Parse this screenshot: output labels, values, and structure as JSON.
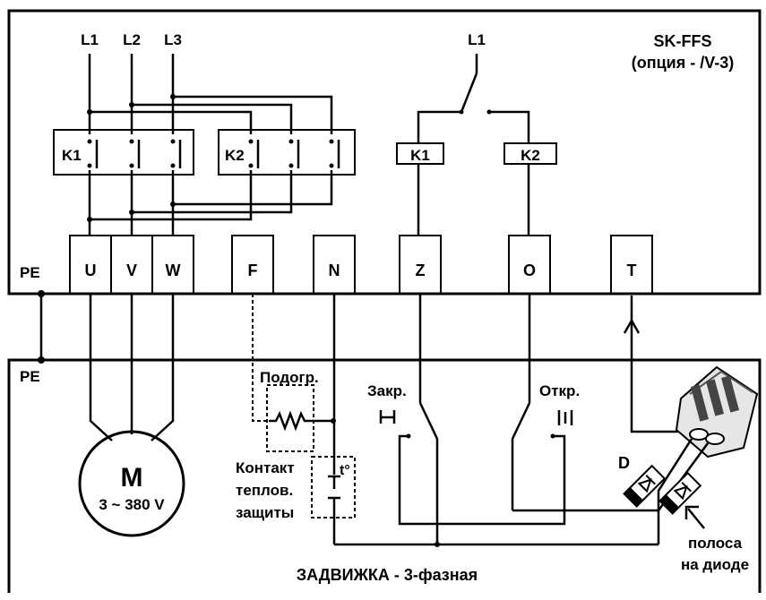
{
  "top_block": {
    "title": "SK-FFS",
    "option": "(опция - /V-3)",
    "phases": [
      "L1",
      "L2",
      "L3"
    ],
    "control_phase": "L1",
    "contactors": [
      "K1",
      "K2"
    ],
    "coils": [
      "K1",
      "K2"
    ],
    "pe": "PE"
  },
  "terminals": [
    "U",
    "V",
    "W",
    "F",
    "N",
    "Z",
    "O",
    "T"
  ],
  "bottom_block": {
    "pe": "PE",
    "motor_letter": "M",
    "motor_rating": "3 ~ 380 V",
    "heater_label": "Подогр.",
    "thermal_contact_lines": [
      "Контакт",
      "теплов.",
      "защиты"
    ],
    "thermal_symbol": "t°",
    "close_label": "Закр.",
    "open_label": "Откр.",
    "diode_label": "D",
    "stripe_note_lines": [
      "полоса",
      "на диоде"
    ],
    "footer": "ЗАДВИЖКА - 3-фазная"
  }
}
